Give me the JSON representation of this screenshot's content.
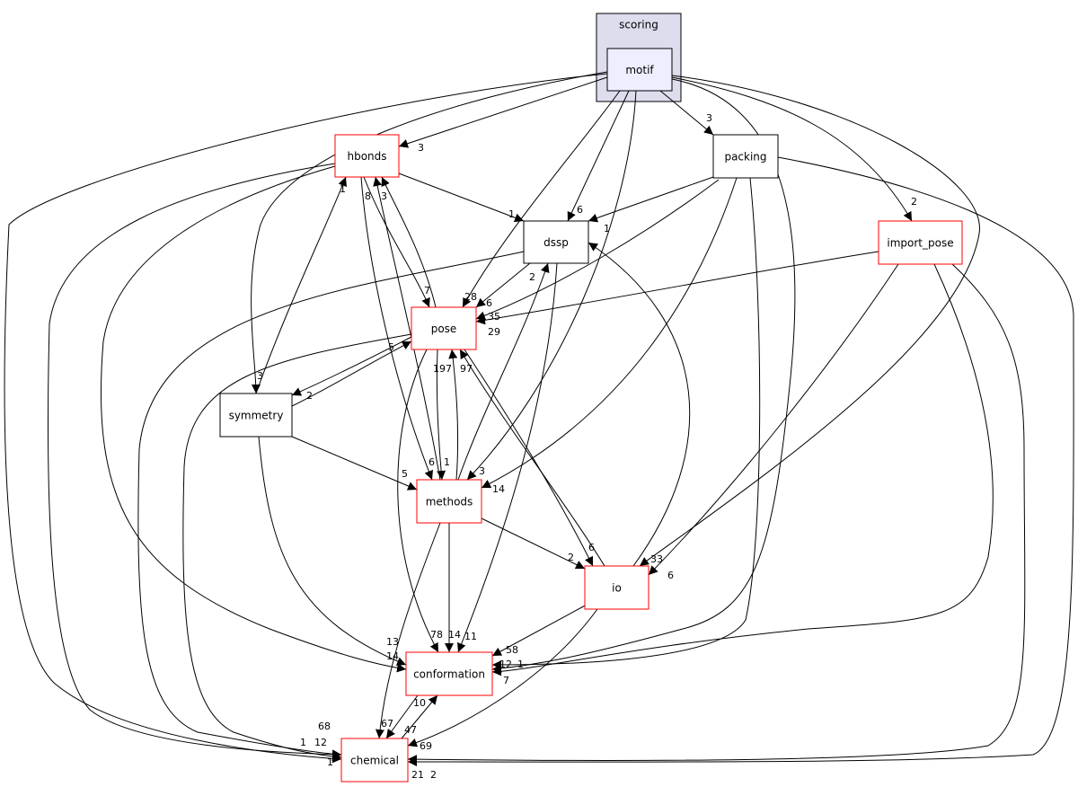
{
  "cluster": {
    "label": "scoring",
    "fill": "#ddddee",
    "stroke": "#000000"
  },
  "nodes": [
    {
      "id": "motif",
      "label": "motif",
      "fill": "#eeeeff",
      "border": "#000000"
    },
    {
      "id": "hbonds",
      "label": "hbonds",
      "fill": "#ffffff",
      "border": "#ff0000"
    },
    {
      "id": "packing",
      "label": "packing",
      "fill": "#ffffff",
      "border": "#000000"
    },
    {
      "id": "dssp",
      "label": "dssp",
      "fill": "#ffffff",
      "border": "#000000"
    },
    {
      "id": "import_pose",
      "label": "import_pose",
      "fill": "#ffffff",
      "border": "#ff0000"
    },
    {
      "id": "pose",
      "label": "pose",
      "fill": "#ffffff",
      "border": "#ff0000"
    },
    {
      "id": "symmetry",
      "label": "symmetry",
      "fill": "#ffffff",
      "border": "#000000"
    },
    {
      "id": "methods",
      "label": "methods",
      "fill": "#ffffff",
      "border": "#ff0000"
    },
    {
      "id": "io",
      "label": "io",
      "fill": "#ffffff",
      "border": "#ff0000"
    },
    {
      "id": "conformation",
      "label": "conformation",
      "fill": "#ffffff",
      "border": "#ff0000"
    },
    {
      "id": "chemical",
      "label": "chemical",
      "fill": "#ffffff",
      "border": "#ff0000"
    }
  ],
  "edges": [
    {
      "from": "motif",
      "to": "hbonds",
      "label": "3"
    },
    {
      "from": "motif",
      "to": "packing",
      "label": "3"
    },
    {
      "from": "motif",
      "to": "dssp",
      "label": "6"
    },
    {
      "from": "motif",
      "to": "pose",
      "label": "28"
    },
    {
      "from": "motif",
      "to": "methods",
      "label": "3"
    },
    {
      "from": "motif",
      "to": "import_pose",
      "label": "2"
    },
    {
      "from": "motif",
      "to": "io",
      "label": "33"
    },
    {
      "from": "motif",
      "to": "conformation",
      "label": "12"
    },
    {
      "from": "motif",
      "to": "symmetry",
      "label": "3"
    },
    {
      "from": "motif",
      "to": "chemical",
      "label": "1"
    },
    {
      "from": "hbonds",
      "to": "dssp",
      "label": "1"
    },
    {
      "from": "hbonds",
      "to": "pose",
      "label": "7"
    },
    {
      "from": "hbonds",
      "to": "methods",
      "label": "6"
    },
    {
      "from": "hbonds",
      "to": "conformation",
      "label": "14"
    },
    {
      "from": "hbonds",
      "to": "chemical",
      "label": "12"
    },
    {
      "from": "methods",
      "to": "hbonds",
      "label": "8"
    },
    {
      "from": "pose",
      "to": "hbonds",
      "label": "3"
    },
    {
      "from": "symmetry",
      "to": "hbonds",
      "label": "1"
    },
    {
      "from": "packing",
      "to": "dssp",
      "label": "1"
    },
    {
      "from": "packing",
      "to": "pose",
      "label": "35"
    },
    {
      "from": "packing",
      "to": "methods",
      "label": "14"
    },
    {
      "from": "packing",
      "to": "conformation",
      "label": "1"
    },
    {
      "from": "packing",
      "to": "chemical",
      "label": "21"
    },
    {
      "from": "dssp",
      "to": "pose",
      "label": "6"
    },
    {
      "from": "dssp",
      "to": "chemical",
      "label": "68"
    },
    {
      "from": "dssp",
      "to": "conformation",
      "label": "11"
    },
    {
      "from": "methods",
      "to": "dssp",
      "label": "2"
    },
    {
      "from": "io",
      "to": "dssp",
      "label": ""
    },
    {
      "from": "import_pose",
      "to": "pose",
      "label": "29"
    },
    {
      "from": "import_pose",
      "to": "io",
      "label": "6"
    },
    {
      "from": "import_pose",
      "to": "conformation",
      "label": "7"
    },
    {
      "from": "import_pose",
      "to": "chemical",
      "label": "2"
    },
    {
      "from": "pose",
      "to": "symmetry",
      "label": "2"
    },
    {
      "from": "symmetry",
      "to": "pose",
      "label": "5"
    },
    {
      "from": "pose",
      "to": "methods",
      "label": "1"
    },
    {
      "from": "methods",
      "to": "pose",
      "label": "197"
    },
    {
      "from": "io",
      "to": "pose",
      "label": "97"
    },
    {
      "from": "pose",
      "to": "io",
      "label": "6"
    },
    {
      "from": "pose",
      "to": "conformation",
      "label": "78"
    },
    {
      "from": "pose",
      "to": "chemical",
      "label": "1"
    },
    {
      "from": "symmetry",
      "to": "methods",
      "label": "5"
    },
    {
      "from": "symmetry",
      "to": "conformation",
      "label": "13"
    },
    {
      "from": "methods",
      "to": "io",
      "label": "2"
    },
    {
      "from": "methods",
      "to": "conformation",
      "label": "14"
    },
    {
      "from": "methods",
      "to": "chemical",
      "label": "67"
    },
    {
      "from": "io",
      "to": "conformation",
      "label": "58"
    },
    {
      "from": "io",
      "to": "chemical",
      "label": "69"
    },
    {
      "from": "conformation",
      "to": "chemical",
      "label": "47"
    },
    {
      "from": "chemical",
      "to": "conformation",
      "label": "10"
    }
  ]
}
